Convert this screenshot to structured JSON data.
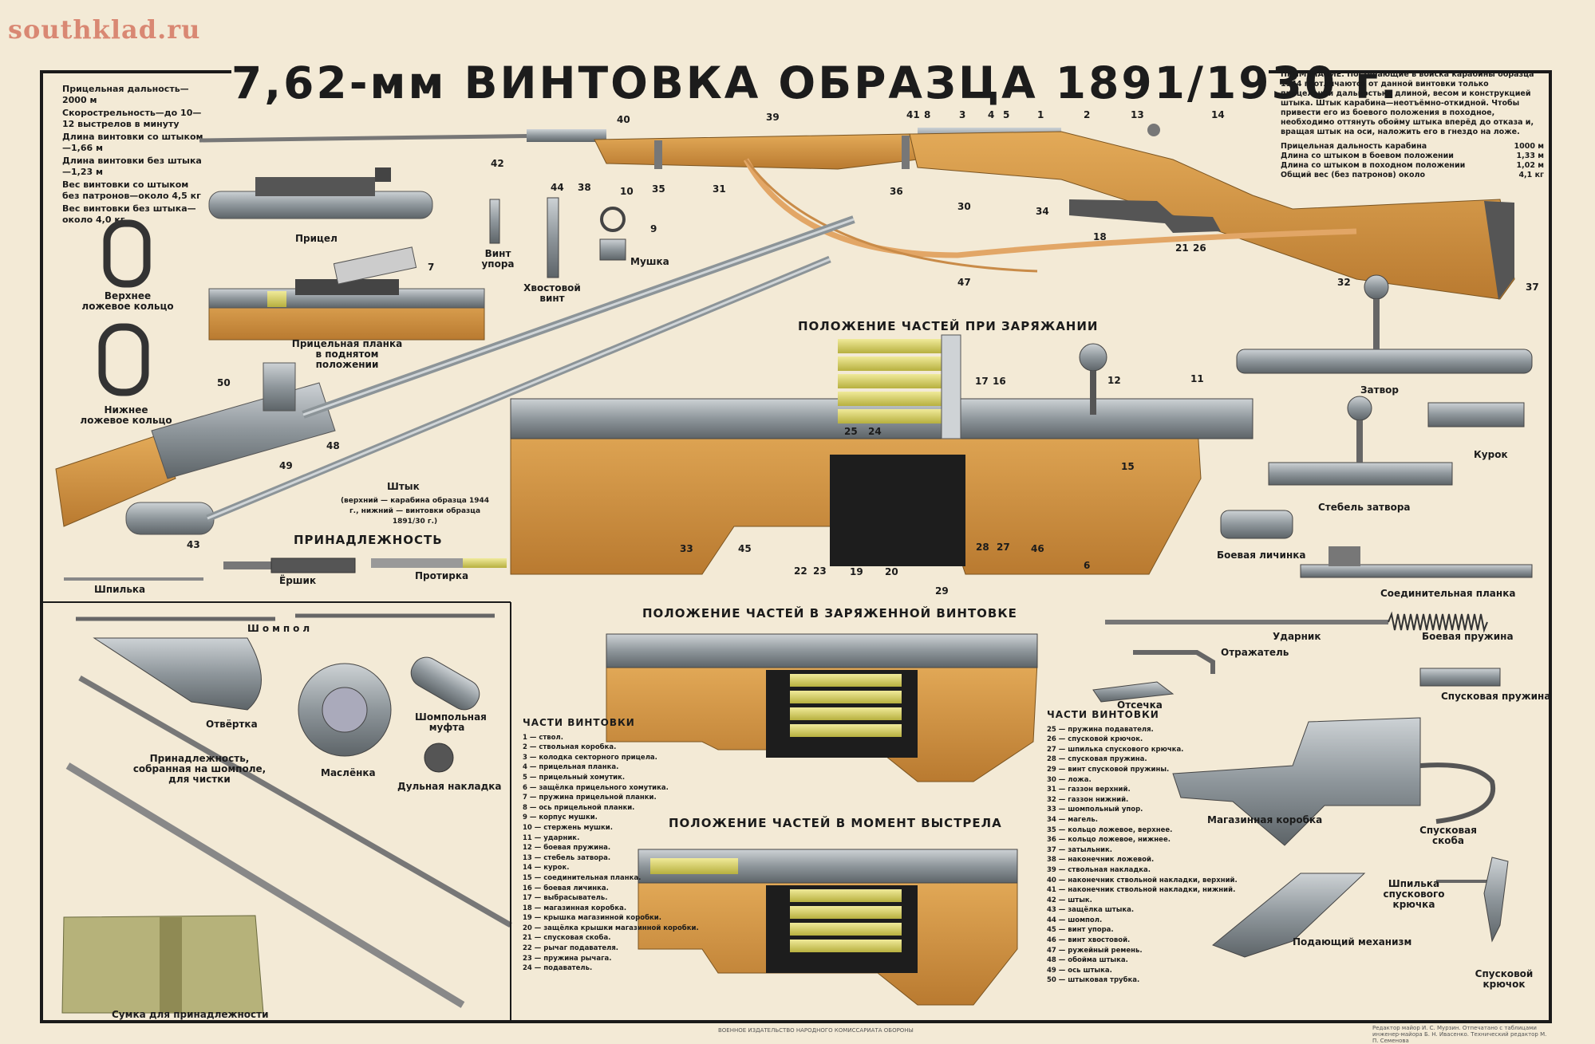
{
  "watermark": "southklad.ru",
  "title": "7,62-мм ВИНТОВКА ОБРАЗЦА 1891/1930 г.",
  "specs": [
    "Прицельная дальность—2000 м",
    "Скорострельность—до 10—12 выстрелов в минуту",
    "Длина винтовки со штыком—1,66 м",
    "Длина винтовки без штыка—1,23 м",
    "Вес винтовки со штыком без патронов—около 4,5 кг",
    "Вес винтовки без штыка—около 4,0 кг"
  ],
  "note": {
    "text": "ПРИМЕЧАНИЕ. Поступающие в войска карабины образца 1944 г. отличаются от данной винтовки только прицельной дальностью, длиной, весом и конструкцией штыка. Штык карабина—неотъёмно-откидной. Чтобы привести его из боевого положения в походное, необходимо оттянуть обойму штыка вперёд до отказа и, вращая штык на оси, наложить его в гнездо на ложе.",
    "rows": [
      {
        "k": "Прицельная дальность карабина",
        "v": "1000 м"
      },
      {
        "k": "Длина со штыком в боевом положении",
        "v": "1,33 м"
      },
      {
        "k": "Длина со штыком в походном положении",
        "v": "1,02 м"
      },
      {
        "k": "Общий вес (без патронов) около",
        "v": "4,1 кг"
      }
    ]
  },
  "sections": {
    "loading": "ПОЛОЖЕНИЕ ЧАСТЕЙ ПРИ ЗАРЯЖАНИИ",
    "loaded": "ПОЛОЖЕНИЕ ЧАСТЕЙ В ЗАРЯЖЕННОЙ ВИНТОВКЕ",
    "firing": "ПОЛОЖЕНИЕ ЧАСТЕЙ В МОМЕНТ ВЫСТРЕЛА",
    "accessories": "ПРИНАДЛЕЖНОСТЬ"
  },
  "labels": {
    "sight": "Прицел",
    "stop_screw": "Винт упора",
    "tail_screw": "Хвостовой винт",
    "front_sight": "Мушка",
    "upper_ring": "Верхнее ложевое кольцо",
    "lower_ring": "Нижнее ложевое кольцо",
    "raised_leaf": "Прицельная планка в поднятом положении",
    "bayonet": "Штык",
    "bayonet_note": "(верхний — карабина образца 1944 г., нижний — винтовки образца 1891/30 г.)",
    "pin": "Шпилька",
    "brush": "Ёршик",
    "wiper": "Протирка",
    "rod": "Шомпол",
    "screwdriver": "Отвёртка",
    "oiler": "Маслёнка",
    "rod_coupling": "Шомпольная муфта",
    "muzzle_cap": "Дульная накладка",
    "assembled": "Принадлежность, собранная на шомполе, для чистки",
    "pouch": "Сумка для принадлежности",
    "bolt": "Затвор",
    "cocking": "Курок",
    "bolt_stem": "Стебель затвора",
    "bolt_head": "Боевая личинка",
    "connecting": "Соединительная планка",
    "striker": "Ударник",
    "mainspring": "Боевая пружина",
    "reflector": "Отражатель",
    "cutoff": "Отсечка",
    "trigger_spring": "Спусковая пружина",
    "magazine": "Магазинная коробка",
    "trigger_guard": "Спусковая скоба",
    "trigger_pin": "Шпилька спускового крючка",
    "feeder": "Подающий механизм",
    "trigger": "Спусковой крючок"
  },
  "parts_left": {
    "heading": "ЧАСТИ ВИНТОВКИ",
    "items": [
      "1 — ствол.",
      "2 — ствольная коробка.",
      "3 — колодка секторного прицела.",
      "4 — прицельная планка.",
      "5 — прицельный хомутик.",
      "6 — защёлка прицельного хомутика.",
      "7 — пружина прицельной планки.",
      "8 — ось прицельной планки.",
      "9 — корпус мушки.",
      "10 — стержень мушки.",
      "11 — ударник.",
      "12 — боевая пружина.",
      "13 — стебель затвора.",
      "14 — курок.",
      "15 — соединительная планка.",
      "16 — боевая личинка.",
      "17 — выбрасыватель.",
      "18 — магазинная коробка.",
      "19 — крышка магазинной коробки.",
      "20 — защёлка крышки магазинной коробки.",
      "21 — спусковая скоба.",
      "22 — рычаг подавателя.",
      "23 — пружина рычага.",
      "24 — подаватель."
    ]
  },
  "parts_right": {
    "heading": "ЧАСТИ ВИНТОВКИ",
    "items": [
      "25 — пружина подавателя.",
      "26 — спусковой крючок.",
      "27 — шпилька спускового крючка.",
      "28 — спусковая пружина.",
      "29 — винт спусковой пружины.",
      "30 — ложа.",
      "31 — газзон верхний.",
      "32 — газзон нижний.",
      "33 — шомпольный упор.",
      "34 — магель.",
      "35 — кольцо ложевое, верхнее.",
      "36 — кольцо ложевое, нижнее.",
      "37 — затыльник.",
      "38 — наконечник ложевой.",
      "39 — ствольная накладка.",
      "40 — наконечник ствольной накладки, верхний.",
      "41 — наконечник ствольной накладки, нижний.",
      "42 — штык.",
      "43 — защёлка штыка.",
      "44 — шомпол.",
      "45 — винт упора.",
      "46 — винт хвостовой.",
      "47 — ружейный ремень.",
      "48 — обойма штыка.",
      "49 — ось штыка.",
      "50 — штыковая трубка."
    ]
  },
  "footer_left": "ВОЕННОЕ ИЗДАТЕЛЬСТВО НАРОДНОГО КОМИССАРИАТА ОБОРОНЫ",
  "footer_right": "Редактор майор И. С. Мурзин. Отпечатано с таблицами инженер-майора Б. Н. Ивасенко. Технический редактор М. П. Семенова",
  "callouts": [
    "42",
    "40",
    "39",
    "44",
    "38",
    "35",
    "31",
    "36",
    "30",
    "34",
    "18",
    "21",
    "26",
    "32",
    "37",
    "47",
    "41",
    "8",
    "3",
    "4",
    "5",
    "1",
    "2",
    "13",
    "14",
    "10",
    "9",
    "7",
    "50",
    "48",
    "49",
    "43",
    "17",
    "16",
    "12",
    "11",
    "15",
    "25",
    "24",
    "45",
    "33",
    "22",
    "23",
    "19",
    "20",
    "29",
    "28",
    "27",
    "46",
    "6"
  ],
  "colors": {
    "paper": "#f3ead6",
    "wood": "#d29746",
    "wood_dark": "#b87a32",
    "metal": "#9aa1a6",
    "metal_dark": "#5f666b",
    "brass": "#d8d36a",
    "black": "#1a1a1a",
    "strap": "#e2a666"
  }
}
